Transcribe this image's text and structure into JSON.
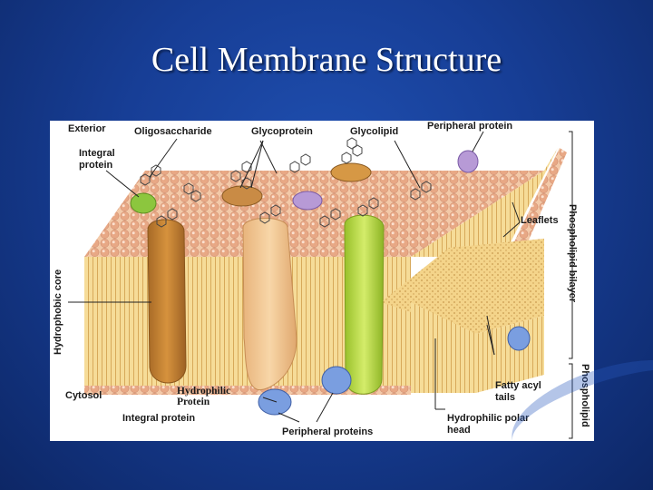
{
  "slide": {
    "title": "Cell Membrane Structure"
  },
  "diagram": {
    "labels": {
      "exterior": "Exterior",
      "oligosaccharide": "Oligosaccharide",
      "glycoprotein": "Glycoprotein",
      "glycolipid": "Glycolipid",
      "peripheral_protein_top": "Peripheral protein",
      "integral_protein_top_line1": "Integral",
      "integral_protein_top_line2": "protein",
      "leaflets": "Leaflets",
      "hydrophobic_core": "Hydrophobic core",
      "cytosol": "Cytosol",
      "hydrophilic_protein_line1": "Hydrophilic",
      "hydrophilic_protein_line2": "Protein",
      "integral_protein_bottom": "Integral protein",
      "peripheral_proteins_bottom": "Peripheral proteins",
      "hydrophilic_polar_head_line1": "Hydrophilic polar",
      "hydrophilic_polar_head_line2": "head",
      "fatty_acyl_tails_line1": "Fatty acyl",
      "fatty_acyl_tails_line2": "tails",
      "phospholipid_bilayer": "Phospholipid  bilayer",
      "phospholipid": "Phospholipid"
    },
    "colors": {
      "lipid_head": "#e9ad8c",
      "lipid_tail": "#f0cf7e",
      "integral_protein_brown": "#c9822e",
      "glycoprotein_peach": "#f3c490",
      "channel_protein_green": "#b8d83c",
      "peripheral_protein_purple": "#b79ad6",
      "peripheral_protein_blue": "#6d93d8"
    }
  }
}
